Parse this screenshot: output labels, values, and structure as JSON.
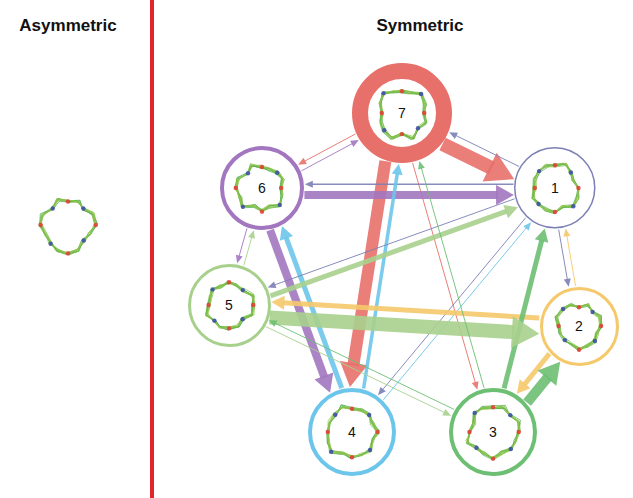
{
  "diagram": {
    "nodes": [
      {
        "text": [
          "1"
        ]
      },
      {
        "text": [
          "2"
        ]
      },
      {
        "text": [
          "3"
        ]
      },
      {
        "text": [
          "4"
        ]
      },
      {
        "text": [
          "5"
        ]
      },
      {
        "text": [
          "6"
        ]
      },
      {
        "text": [
          "7"
        ]
      }
    ],
    "edges": [
      {
        "from": 6,
        "to": 0,
        "arrow": "to"
      },
      {
        "from": 6,
        "to": 3,
        "arrow": "to"
      },
      {
        "from": 6,
        "to": 5,
        "arrow": "to"
      },
      {
        "from": 5,
        "to": 6,
        "arrow": "to"
      },
      {
        "from": 0,
        "to": 6,
        "arrow": "to"
      },
      {
        "from": 6,
        "to": 2,
        "arrow": "to"
      },
      {
        "from": 5,
        "to": 0,
        "arrow": "to"
      },
      {
        "from": 0,
        "to": 5,
        "arrow": "to"
      },
      {
        "from": 5,
        "to": 3,
        "arrow": "to"
      },
      {
        "from": 5,
        "to": 4,
        "arrow": "to"
      },
      {
        "from": 4,
        "to": 5,
        "arrow": "to"
      },
      {
        "from": 3,
        "to": 5,
        "arrow": "to"
      },
      {
        "from": 3,
        "to": 6,
        "arrow": "to"
      },
      {
        "from": 3,
        "to": 0,
        "arrow": "to"
      },
      {
        "from": 0,
        "to": 3,
        "arrow": "to"
      },
      {
        "from": 0,
        "to": 4,
        "arrow": "to"
      },
      {
        "from": 4,
        "to": 0,
        "arrow": "to"
      },
      {
        "from": 0,
        "to": 1,
        "arrow": "to"
      },
      {
        "from": 1,
        "to": 0,
        "arrow": "to"
      },
      {
        "from": 1,
        "to": 4,
        "arrow": "to"
      },
      {
        "from": 1,
        "to": 2,
        "arrow": "to"
      },
      {
        "from": 2,
        "to": 0,
        "arrow": "to"
      },
      {
        "from": 4,
        "to": 1,
        "arrow": "to"
      },
      {
        "from": 2,
        "to": 1,
        "arrow": "to"
      },
      {
        "from": 4,
        "to": 2,
        "arrow": "to"
      },
      {
        "from": 2,
        "to": 4,
        "arrow": "to"
      },
      {
        "from": 2,
        "to": 6,
        "arrow": "to"
      }
    ],
    "labels": [
      "Asymmetric",
      "Symmetric"
    ]
  }
}
